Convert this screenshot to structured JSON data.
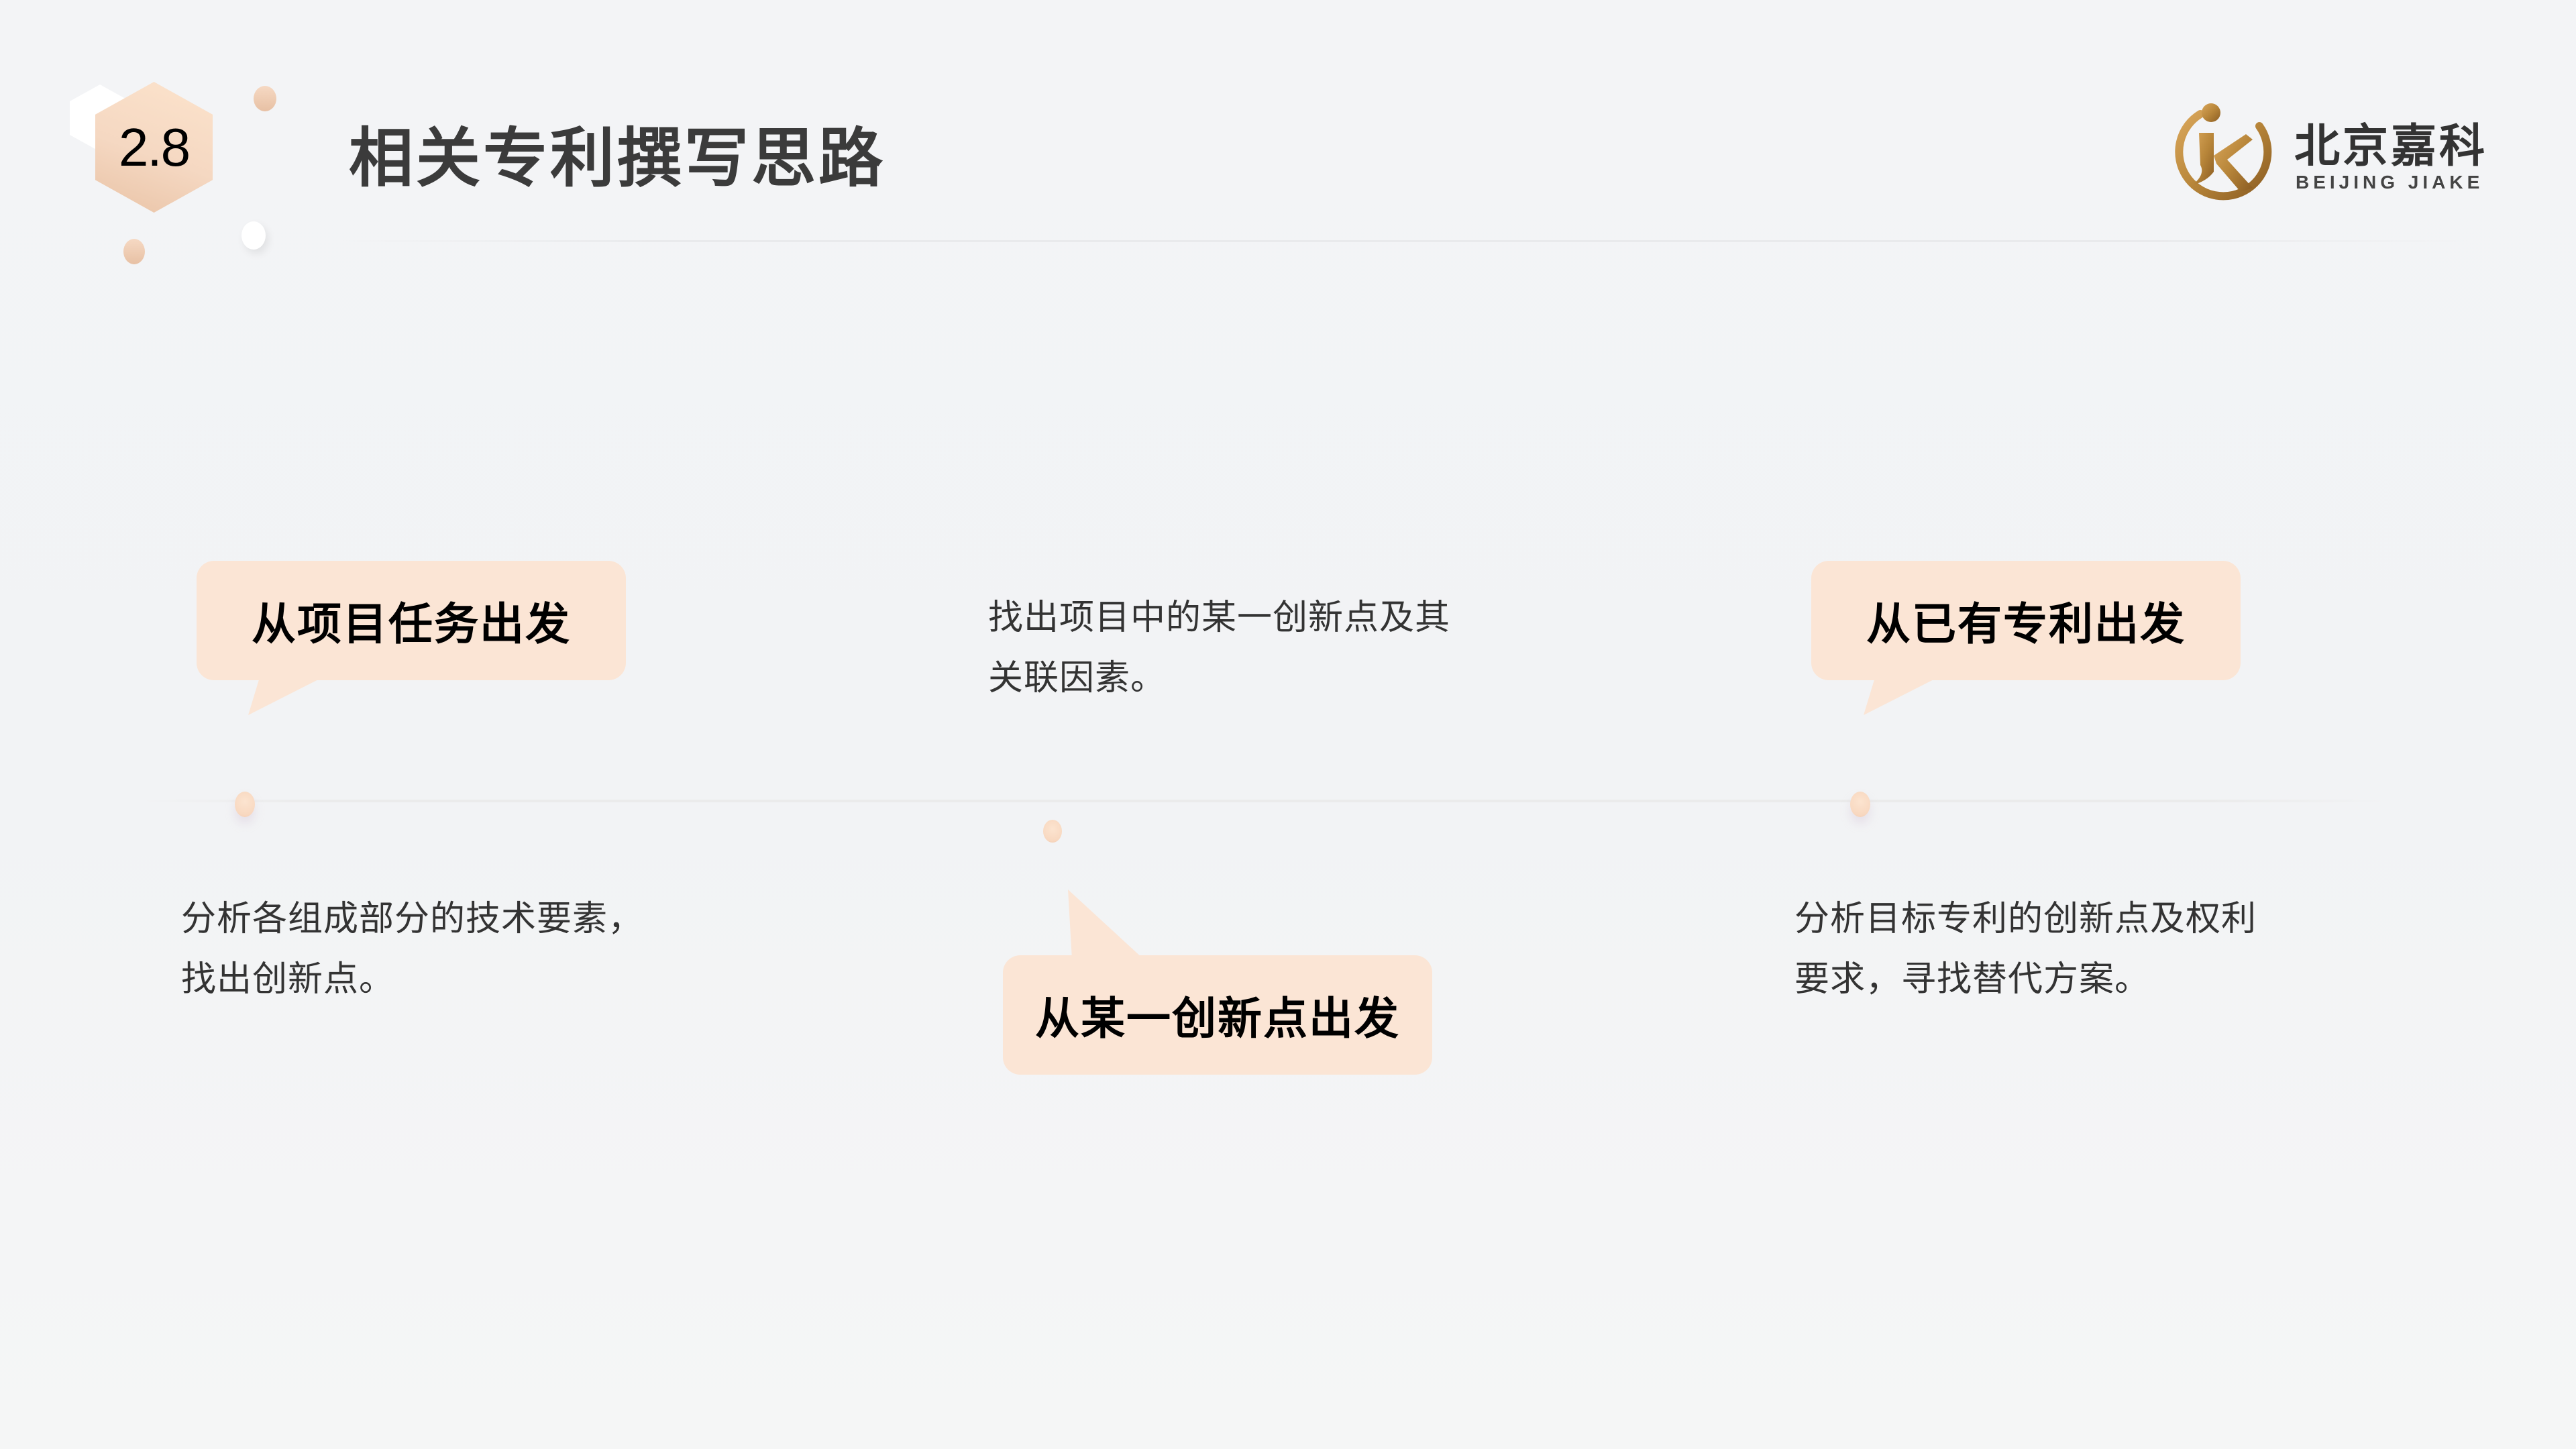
{
  "header": {
    "section_number": "2.8",
    "title": "相关专利撰写思路"
  },
  "logo": {
    "name_cn": "北京嘉科",
    "name_en": "BEIJING JIAKE",
    "icon": "jk-monogram-icon",
    "brand_color": "#b8863a"
  },
  "colors": {
    "bubble_fill": "#fbe5d5",
    "badge_fill": "#f5d8c2",
    "title_text": "#3b3b3b",
    "body_text": "#333333"
  },
  "steps": [
    {
      "label": "从项目任务出发",
      "description_lines": [
        "分析各组成部分的技术要素，",
        "找出创新点。"
      ]
    },
    {
      "label": "从某一创新点出发",
      "description_lines": [
        "找出项目中的某一创新点及其",
        "关联因素。"
      ]
    },
    {
      "label": "从已有专利出发",
      "description_lines": [
        "分析目标专利的创新点及权利",
        "要求，寻找替代方案。"
      ]
    }
  ]
}
